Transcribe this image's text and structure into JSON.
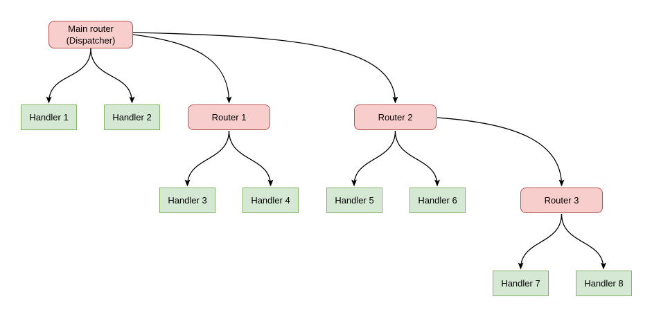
{
  "diagram_type": "routing-tree",
  "colors": {
    "router_fill": "#f8cecc",
    "router_border": "#b85450",
    "handler_fill": "#d5e8d4",
    "handler_border": "#82b366",
    "edge_color": "#000000",
    "background": "#ffffff"
  },
  "nodes": {
    "main_router": {
      "type": "router",
      "line1": "Main router",
      "line2": "(Dispatcher)"
    },
    "handler_1": {
      "type": "handler",
      "label": "Handler 1"
    },
    "handler_2": {
      "type": "handler",
      "label": "Handler 2"
    },
    "router_1": {
      "type": "router",
      "label": "Router 1"
    },
    "router_2": {
      "type": "router",
      "label": "Router 2"
    },
    "handler_3": {
      "type": "handler",
      "label": "Handler 3"
    },
    "handler_4": {
      "type": "handler",
      "label": "Handler 4"
    },
    "handler_5": {
      "type": "handler",
      "label": "Handler 5"
    },
    "handler_6": {
      "type": "handler",
      "label": "Handler 6"
    },
    "router_3": {
      "type": "router",
      "label": "Router 3"
    },
    "handler_7": {
      "type": "handler",
      "label": "Handler 7"
    },
    "handler_8": {
      "type": "handler",
      "label": "Handler 8"
    }
  },
  "edges": [
    {
      "from": "main_router",
      "to": "handler_1"
    },
    {
      "from": "main_router",
      "to": "handler_2"
    },
    {
      "from": "main_router",
      "to": "router_1"
    },
    {
      "from": "main_router",
      "to": "router_2"
    },
    {
      "from": "router_1",
      "to": "handler_3"
    },
    {
      "from": "router_1",
      "to": "handler_4"
    },
    {
      "from": "router_2",
      "to": "handler_5"
    },
    {
      "from": "router_2",
      "to": "handler_6"
    },
    {
      "from": "router_2",
      "to": "router_3"
    },
    {
      "from": "router_3",
      "to": "handler_7"
    },
    {
      "from": "router_3",
      "to": "handler_8"
    }
  ]
}
